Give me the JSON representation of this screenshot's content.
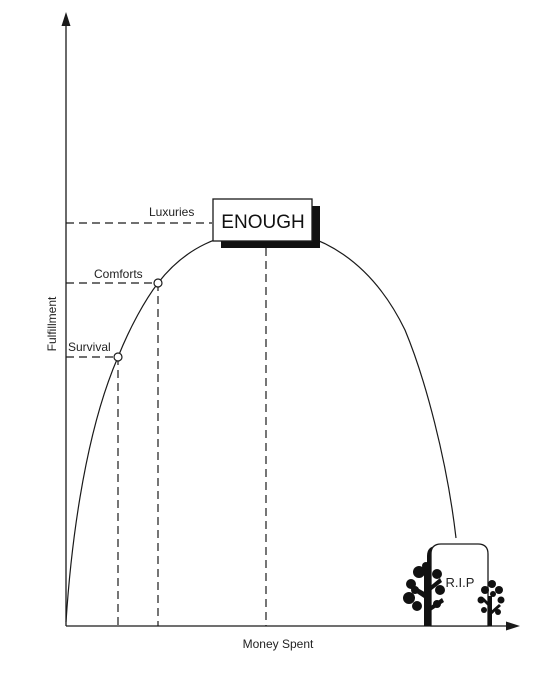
{
  "axes": {
    "x_label": "Money Spent",
    "y_label": "Fulfillment"
  },
  "levels": {
    "survival": "Survival",
    "comforts": "Comforts",
    "luxuries": "Luxuries"
  },
  "peak_box": {
    "label": "ENOUGH"
  },
  "tombstone": {
    "label": "R.I.P"
  },
  "colors": {
    "line": "#1a1a1a",
    "box_shadow": "#111111",
    "background": "#ffffff"
  }
}
